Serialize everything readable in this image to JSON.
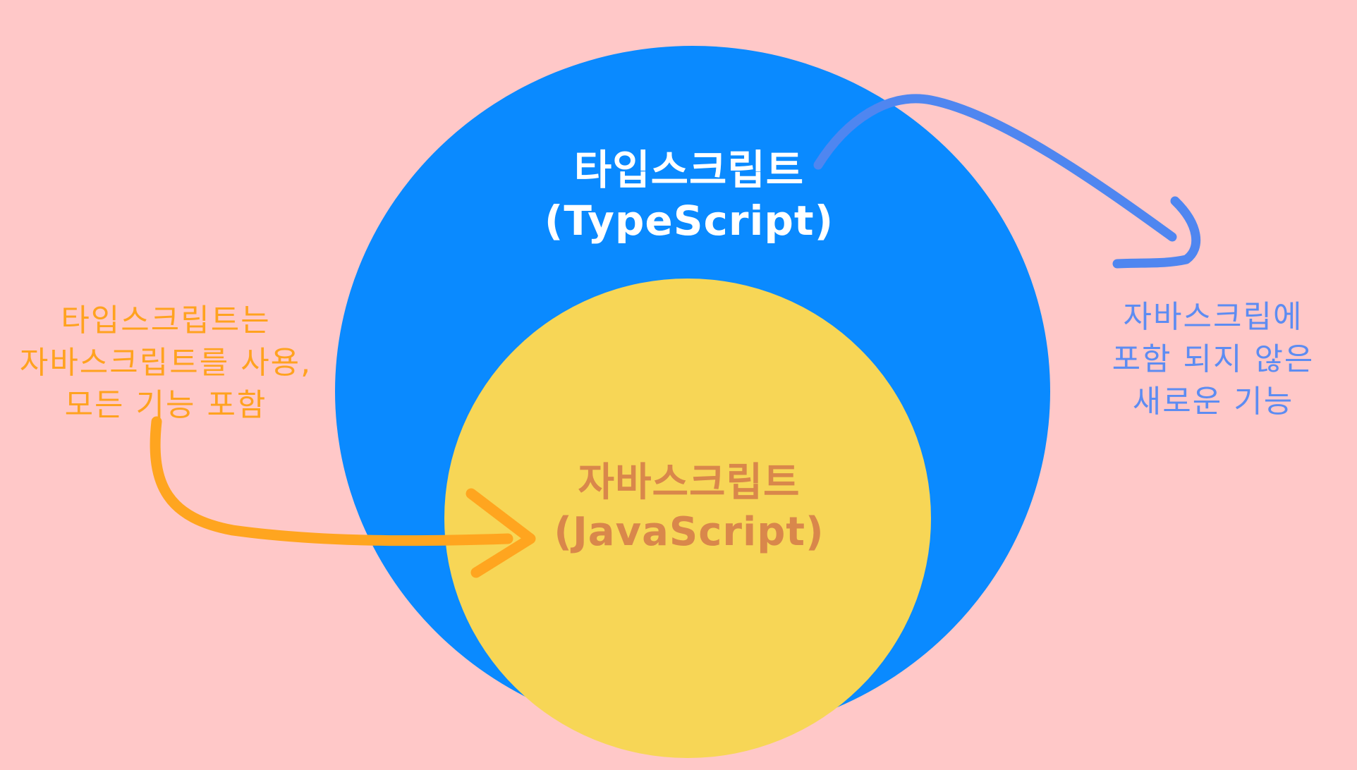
{
  "colors": {
    "background": "#FFC8C8",
    "outer_circle": "#0A8AFF",
    "inner_circle": "#F7D656",
    "typescript_text": "#FFFFFF",
    "javascript_text": "#D9874B",
    "left_note_text": "#FFA21F",
    "left_arrow": "#FFA51F",
    "right_note_text": "#5D8CF2",
    "right_arrow": "#4F86F0"
  },
  "diagram": {
    "outer_circle_name": "타입스크립트",
    "outer_circle_subtitle": "(TypeScript)",
    "inner_circle_name": "자바스크립트",
    "inner_circle_subtitle": "(JavaScript)"
  },
  "annotations": {
    "left_note": {
      "lines": [
        "타입스크립트는",
        "자바스크립트를 사용,",
        "모든 기능 포함"
      ]
    },
    "right_note": {
      "lines": [
        "자바스크립에",
        "포함 되지 않은",
        "새로운 기능"
      ]
    }
  },
  "icons": {
    "left_arrow": "curved-arrow-icon",
    "right_arrow": "curved-arrow-icon"
  }
}
